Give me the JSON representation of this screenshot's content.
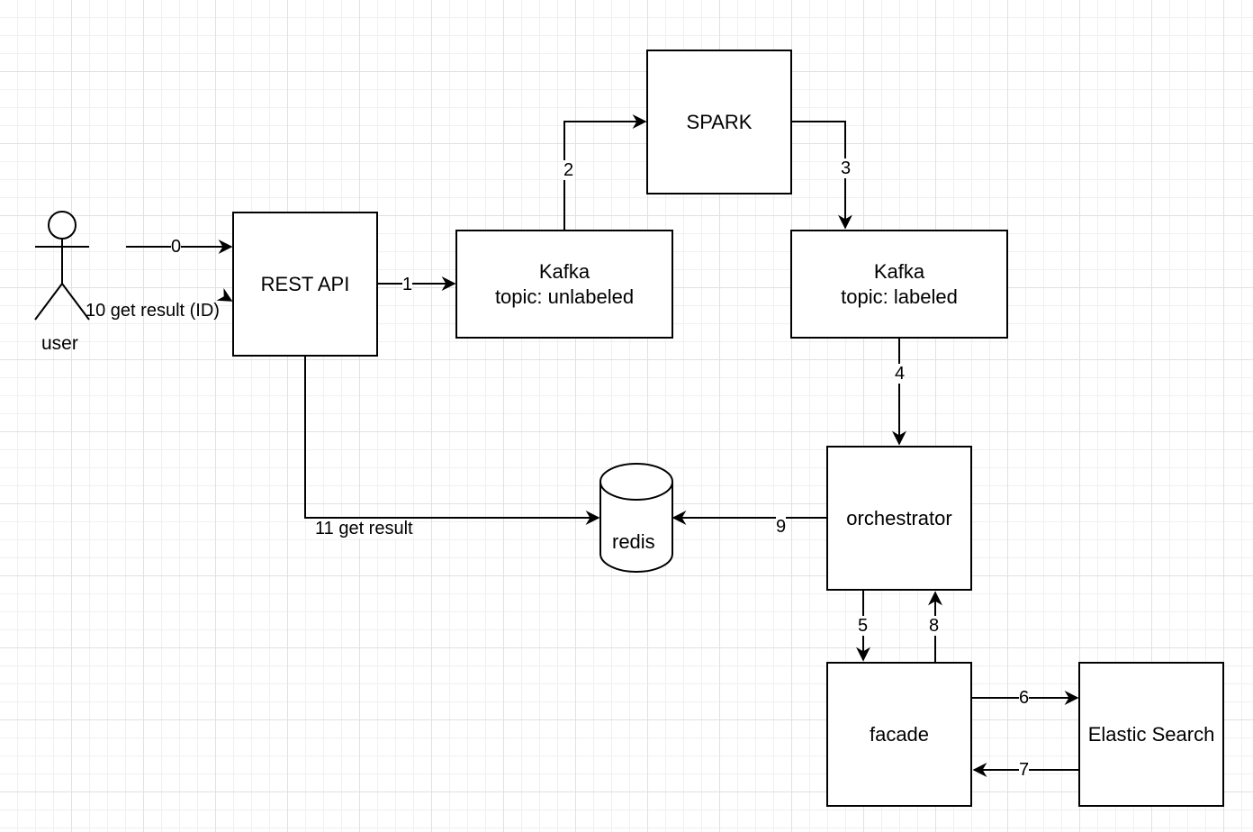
{
  "actor": {
    "label": "user"
  },
  "nodes": {
    "rest_api": {
      "lines": [
        "REST API"
      ]
    },
    "kafka_unlabeled": {
      "lines": [
        "Kafka",
        "topic: unlabeled"
      ]
    },
    "spark": {
      "lines": [
        "SPARK"
      ]
    },
    "kafka_labeled": {
      "lines": [
        "Kafka",
        "topic: labeled"
      ]
    },
    "orchestrator": {
      "lines": [
        "orchestrator"
      ]
    },
    "facade": {
      "lines": [
        "facade"
      ]
    },
    "elastic": {
      "lines": [
        "Elastic Search"
      ]
    },
    "redis": {
      "label": "redis"
    }
  },
  "edges": [
    {
      "id": "e0",
      "label": "0"
    },
    {
      "id": "e1",
      "label": "1"
    },
    {
      "id": "e2",
      "label": "2"
    },
    {
      "id": "e3",
      "label": "3"
    },
    {
      "id": "e4",
      "label": "4"
    },
    {
      "id": "e5",
      "label": "5"
    },
    {
      "id": "e6",
      "label": "6"
    },
    {
      "id": "e7",
      "label": "7"
    },
    {
      "id": "e8",
      "label": "8"
    },
    {
      "id": "e9",
      "label": "9"
    },
    {
      "id": "e10",
      "label": "10 get result (ID)"
    },
    {
      "id": "e11",
      "label": "11 get result"
    }
  ]
}
